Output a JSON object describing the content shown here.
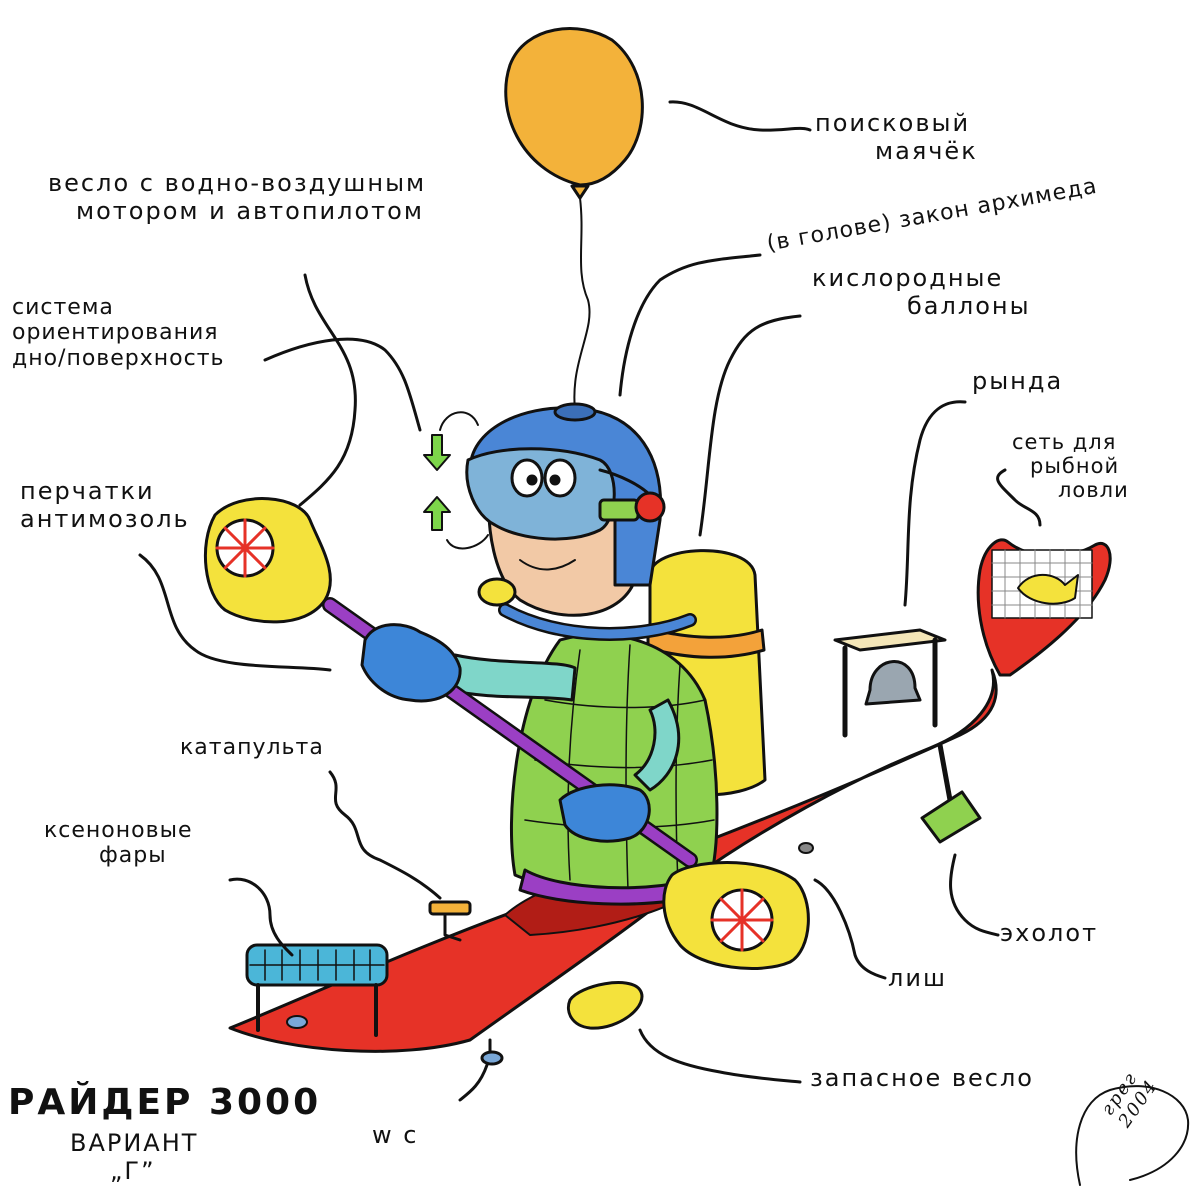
{
  "labels": {
    "beacon": [
      "ПОИСКОВЫЙ",
      "МАЯЧЁК"
    ],
    "archimedes": "(В ГОЛОВЕ) ЗАКОН АРХИМЕДА",
    "paddle_motor": [
      "ВЕСЛО С ВОДНО-ВОЗДУШНЫМ",
      "МОТОРОМ И АВТОПИЛОТОМ"
    ],
    "orientation": [
      "СИСТЕМА",
      "ОРИЕНТИРОВАНИЯ",
      "ДНО/ПОВЕРХНОСТЬ"
    ],
    "oxygen": [
      "КИСЛОРОДНЫЕ",
      "БАЛЛОНЫ"
    ],
    "bell": "РЫНДА",
    "net": [
      "СЕТЬ ДЛЯ",
      "РЫБНОЙ",
      "ЛОВЛИ"
    ],
    "gloves": [
      "ПЕРЧАТКИ",
      "АНТИМОЗОЛЬ"
    ],
    "catapult": "КАТАПУЛЬТА",
    "xenon": [
      "КСЕНОНОВЫЕ",
      "ФАРЫ"
    ],
    "sonar": "ЭХОЛОТ",
    "leash": "ЛИШ",
    "spare_paddle": "ЗАПАСНОЕ ВЕСЛО",
    "wc": "W C",
    "title": "РАЙДЕР 3000",
    "variant": [
      "ВАРИАНТ",
      "„Г”"
    ],
    "signature": [
      "ГРЕГ",
      "2004"
    ]
  },
  "colors": {
    "kayak": "#e63227",
    "balloon": "#f3b23a",
    "helmet": "#4a86d6",
    "vest": "#8fd14f",
    "gloves": "#3d86d8",
    "tank": "#f4e23c",
    "paddle_shaft": "#9b3fc4",
    "skin": "#f2c9a6",
    "arrows": "#7dd64a",
    "ink": "#111111"
  }
}
